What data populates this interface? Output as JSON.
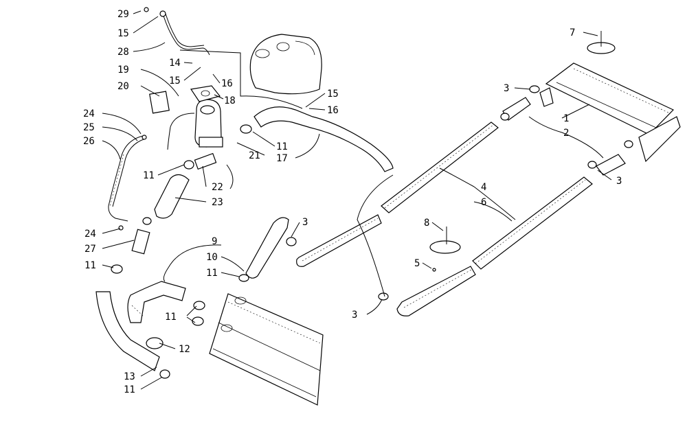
{
  "diagram": {
    "callouts": [
      {
        "id": "c29",
        "text": "29"
      },
      {
        "id": "c15a",
        "text": "15"
      },
      {
        "id": "c28",
        "text": "28"
      },
      {
        "id": "c19",
        "text": "19"
      },
      {
        "id": "c14",
        "text": "14"
      },
      {
        "id": "c15b",
        "text": "15"
      },
      {
        "id": "c16a",
        "text": "16"
      },
      {
        "id": "c20",
        "text": "20"
      },
      {
        "id": "c18",
        "text": "18"
      },
      {
        "id": "c15c",
        "text": "15"
      },
      {
        "id": "c16b",
        "text": "16"
      },
      {
        "id": "c24a",
        "text": "24"
      },
      {
        "id": "c25",
        "text": "25"
      },
      {
        "id": "c26",
        "text": "26"
      },
      {
        "id": "c11a",
        "text": "11"
      },
      {
        "id": "c17",
        "text": "17"
      },
      {
        "id": "c21",
        "text": "21"
      },
      {
        "id": "c11b",
        "text": "11"
      },
      {
        "id": "c22",
        "text": "22"
      },
      {
        "id": "c23",
        "text": "23"
      },
      {
        "id": "c24b",
        "text": "24"
      },
      {
        "id": "c27",
        "text": "27"
      },
      {
        "id": "c11c",
        "text": "11"
      },
      {
        "id": "c9",
        "text": "9"
      },
      {
        "id": "c10",
        "text": "10"
      },
      {
        "id": "c11d",
        "text": "11"
      },
      {
        "id": "c3a",
        "text": "3"
      },
      {
        "id": "c11e",
        "text": "11"
      },
      {
        "id": "c12",
        "text": "12"
      },
      {
        "id": "c13",
        "text": "13"
      },
      {
        "id": "c11f",
        "text": "11"
      },
      {
        "id": "c7",
        "text": "7"
      },
      {
        "id": "c3b",
        "text": "3"
      },
      {
        "id": "c1",
        "text": "1"
      },
      {
        "id": "c2",
        "text": "2"
      },
      {
        "id": "c3c",
        "text": "3"
      },
      {
        "id": "c4",
        "text": "4"
      },
      {
        "id": "c6",
        "text": "6"
      },
      {
        "id": "c8",
        "text": "8"
      },
      {
        "id": "c5",
        "text": "5"
      },
      {
        "id": "c3d",
        "text": "3"
      }
    ]
  }
}
